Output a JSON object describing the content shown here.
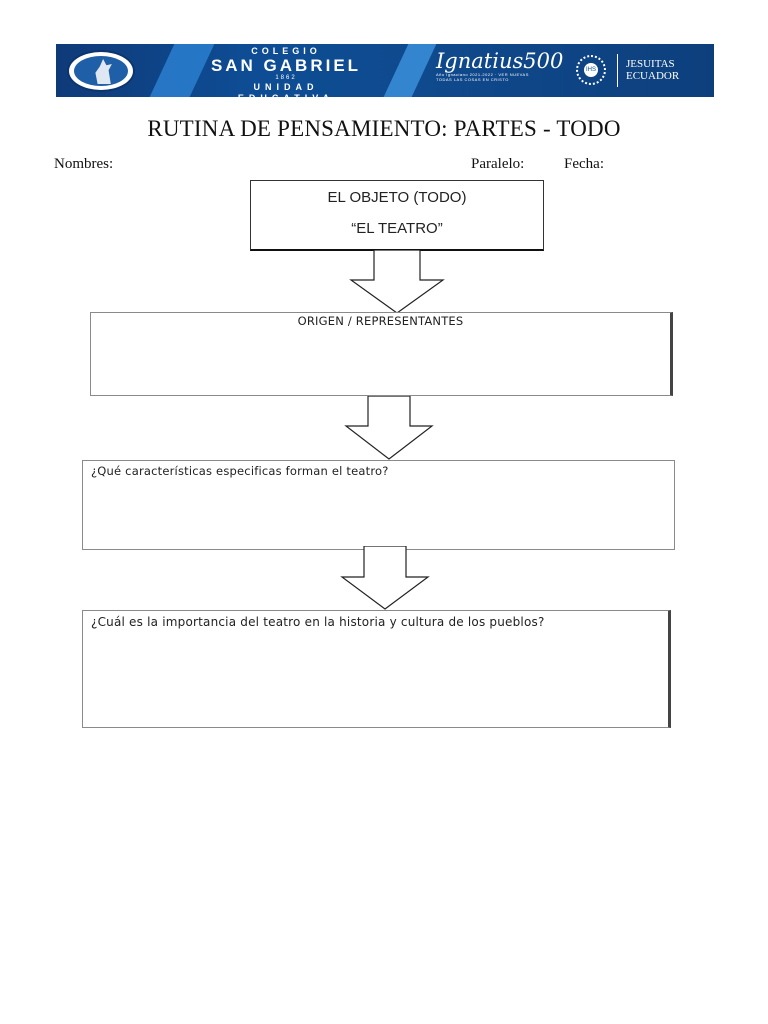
{
  "header": {
    "school": {
      "line1": "COLEGIO",
      "line2": "SAN GABRIEL",
      "line3": "1862",
      "line4": "UNIDAD EDUCATIVA"
    },
    "ignatius": {
      "logo_text": "Ignatius500",
      "tagline": "Año Ignaciano 2021-2022 · VER NUEVAS TODAS LAS COSAS EN CRISTO"
    },
    "jesuitas": {
      "emblem": "IHS",
      "line1": "JESUITAS",
      "line2": "ECUADOR"
    },
    "colors": {
      "banner": "#0e4d95",
      "accent": "#2a7fd0"
    }
  },
  "title": "RUTINA DE PENSAMIENTO:  PARTES - TODO",
  "fields": {
    "nombres": "Nombres:",
    "paralelo": "Paralelo:",
    "fecha": "Fecha:"
  },
  "objeto": {
    "line1": "EL OBJETO (TODO)",
    "line2": "“EL TEATRO”"
  },
  "boxes": [
    {
      "label": "ORIGEN / REPRESENTANTES"
    },
    {
      "label": "¿Qué características especificas forman el teatro?"
    },
    {
      "label": "¿Cuál es la importancia del teatro en la historia y cultura de los pueblos?"
    }
  ]
}
